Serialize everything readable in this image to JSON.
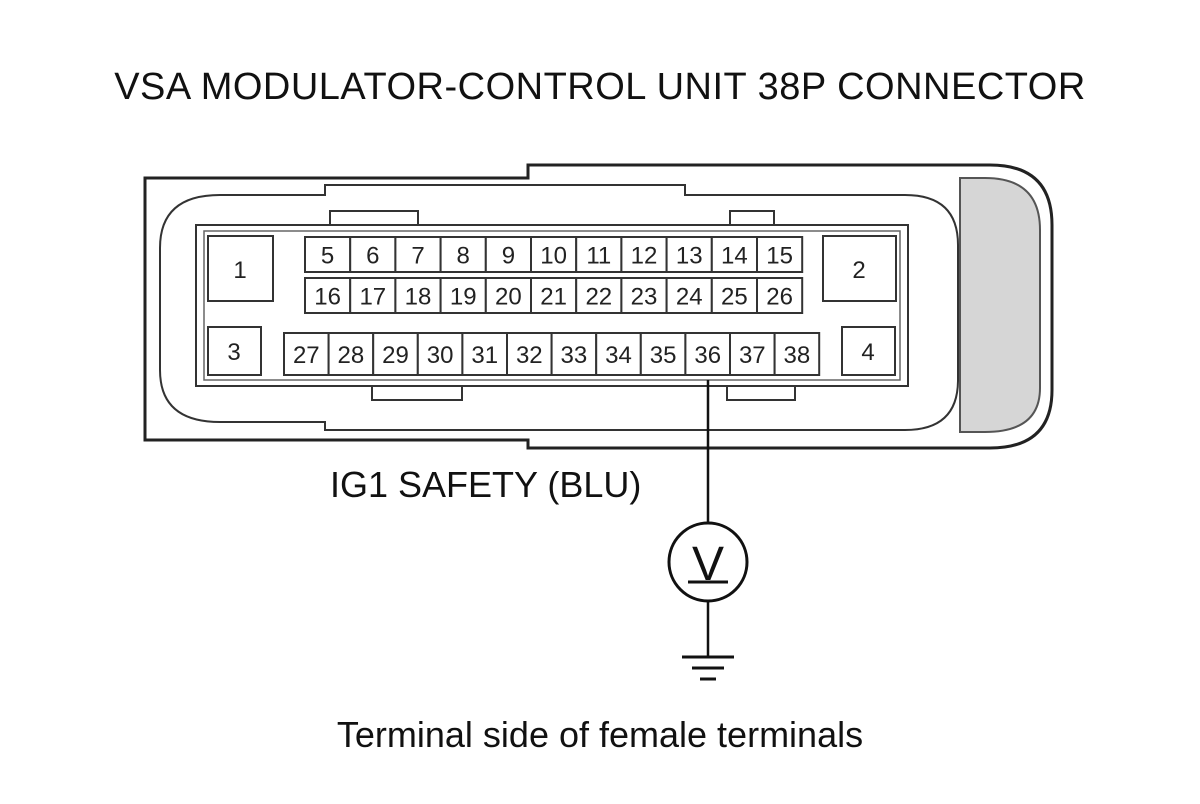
{
  "title": "VSA MODULATOR-CONTROL UNIT 38P CONNECTOR",
  "signal_label": "IG1 SAFETY (BLU)",
  "caption": "Terminal side of female terminals",
  "probed_terminal": "36",
  "meter_symbol": "V",
  "corner_terminals": [
    "1",
    "2",
    "3",
    "4"
  ],
  "terminal_rows": [
    [
      "5",
      "6",
      "7",
      "8",
      "9",
      "10",
      "11",
      "12",
      "13",
      "14",
      "15"
    ],
    [
      "16",
      "17",
      "18",
      "19",
      "20",
      "21",
      "22",
      "23",
      "24",
      "25",
      "26"
    ],
    [
      "27",
      "28",
      "29",
      "30",
      "31",
      "32",
      "33",
      "34",
      "35",
      "36",
      "37",
      "38"
    ]
  ]
}
